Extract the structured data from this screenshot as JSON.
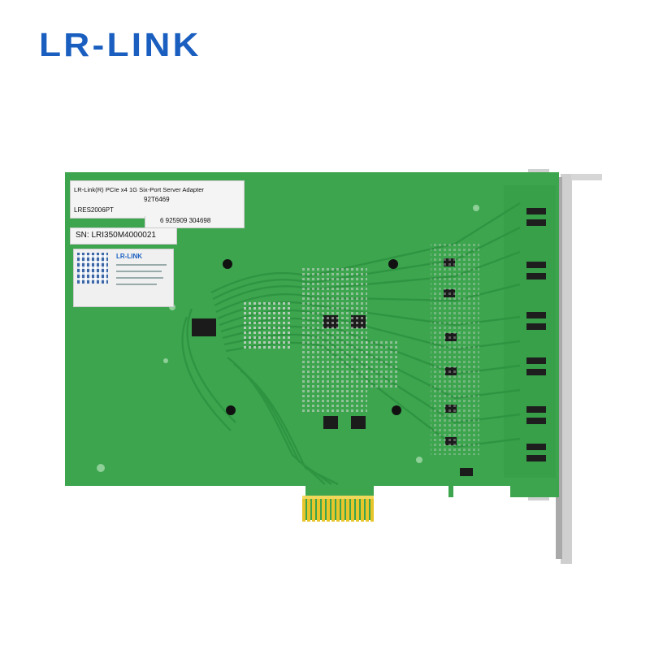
{
  "brand": {
    "logo_text": "LR-LINK",
    "logo_color": "#1a5fc0"
  },
  "board": {
    "pcb_color": "#3ca54e",
    "trace_color": "#2f8f3f",
    "bracket_color": "#c9c9c9",
    "gold_finger_color": "#e6c62a"
  },
  "labels": {
    "product_line": "LR-Link(R) PCIe x4 1G Six-Port Server Adapter",
    "code": "92T6469",
    "model": "LRES2006PT",
    "barcode_number": "6 925909 304698",
    "serial": "SN: LRI350M4000021",
    "card_brand": "LR-LINK"
  }
}
